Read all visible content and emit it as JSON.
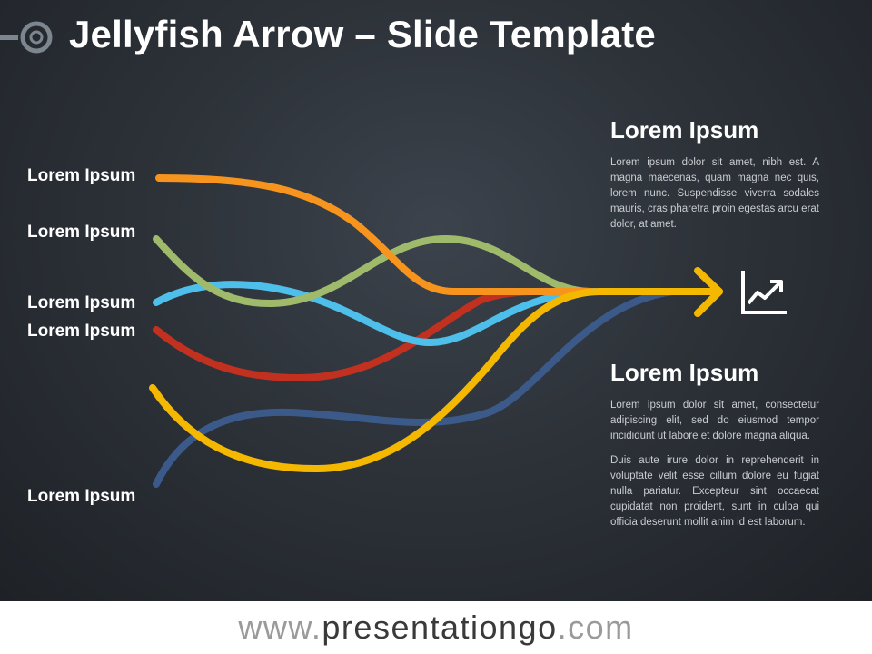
{
  "slide": {
    "title": "Jellyfish Arrow – Slide Template",
    "background_color": "#2d3239",
    "logo_icon": "ring-logo-icon"
  },
  "left_labels": [
    {
      "text": "Lorem Ipsum",
      "color": "#f7941d"
    },
    {
      "text": "Lorem Ipsum",
      "color": "#9fba6a"
    },
    {
      "text": "Lorem Ipsum",
      "color": "#4ebeeb"
    },
    {
      "text": "Lorem Ipsum",
      "color": "#c2311f"
    },
    {
      "text": "Lorem Ipsum",
      "color": "#3b5a8a"
    }
  ],
  "curve_colors": {
    "orange": "#f7941d",
    "green": "#9fba6a",
    "blue": "#4ebeeb",
    "red": "#c2311f",
    "navy": "#3b5a8a",
    "yellow": "#f5b800"
  },
  "arrow": {
    "color": "#f5b800",
    "end_icon": "line-chart-icon"
  },
  "info_top": {
    "heading": "Lorem Ipsum",
    "body": "Lorem ipsum dolor sit amet, nibh est. A magna maecenas, quam magna nec quis, lorem nunc. Suspendisse viverra sodales mauris, cras pharetra proin egestas arcu erat dolor, at amet."
  },
  "info_bottom": {
    "heading": "Lorem Ipsum",
    "body1": "Lorem ipsum dolor sit amet, consectetur adipiscing elit, sed do eiusmod tempor incididunt ut labore et dolore magna aliqua.",
    "body2": "Duis aute irure dolor in reprehenderit in voluptate velit esse cillum dolore eu fugiat nulla pariatur. Excepteur sint occaecat cupidatat non proident, sunt in culpa qui officia deserunt mollit anim id est laborum."
  },
  "footer": {
    "prefix": "www.",
    "brand": "presentationgo",
    "suffix": ".com"
  }
}
